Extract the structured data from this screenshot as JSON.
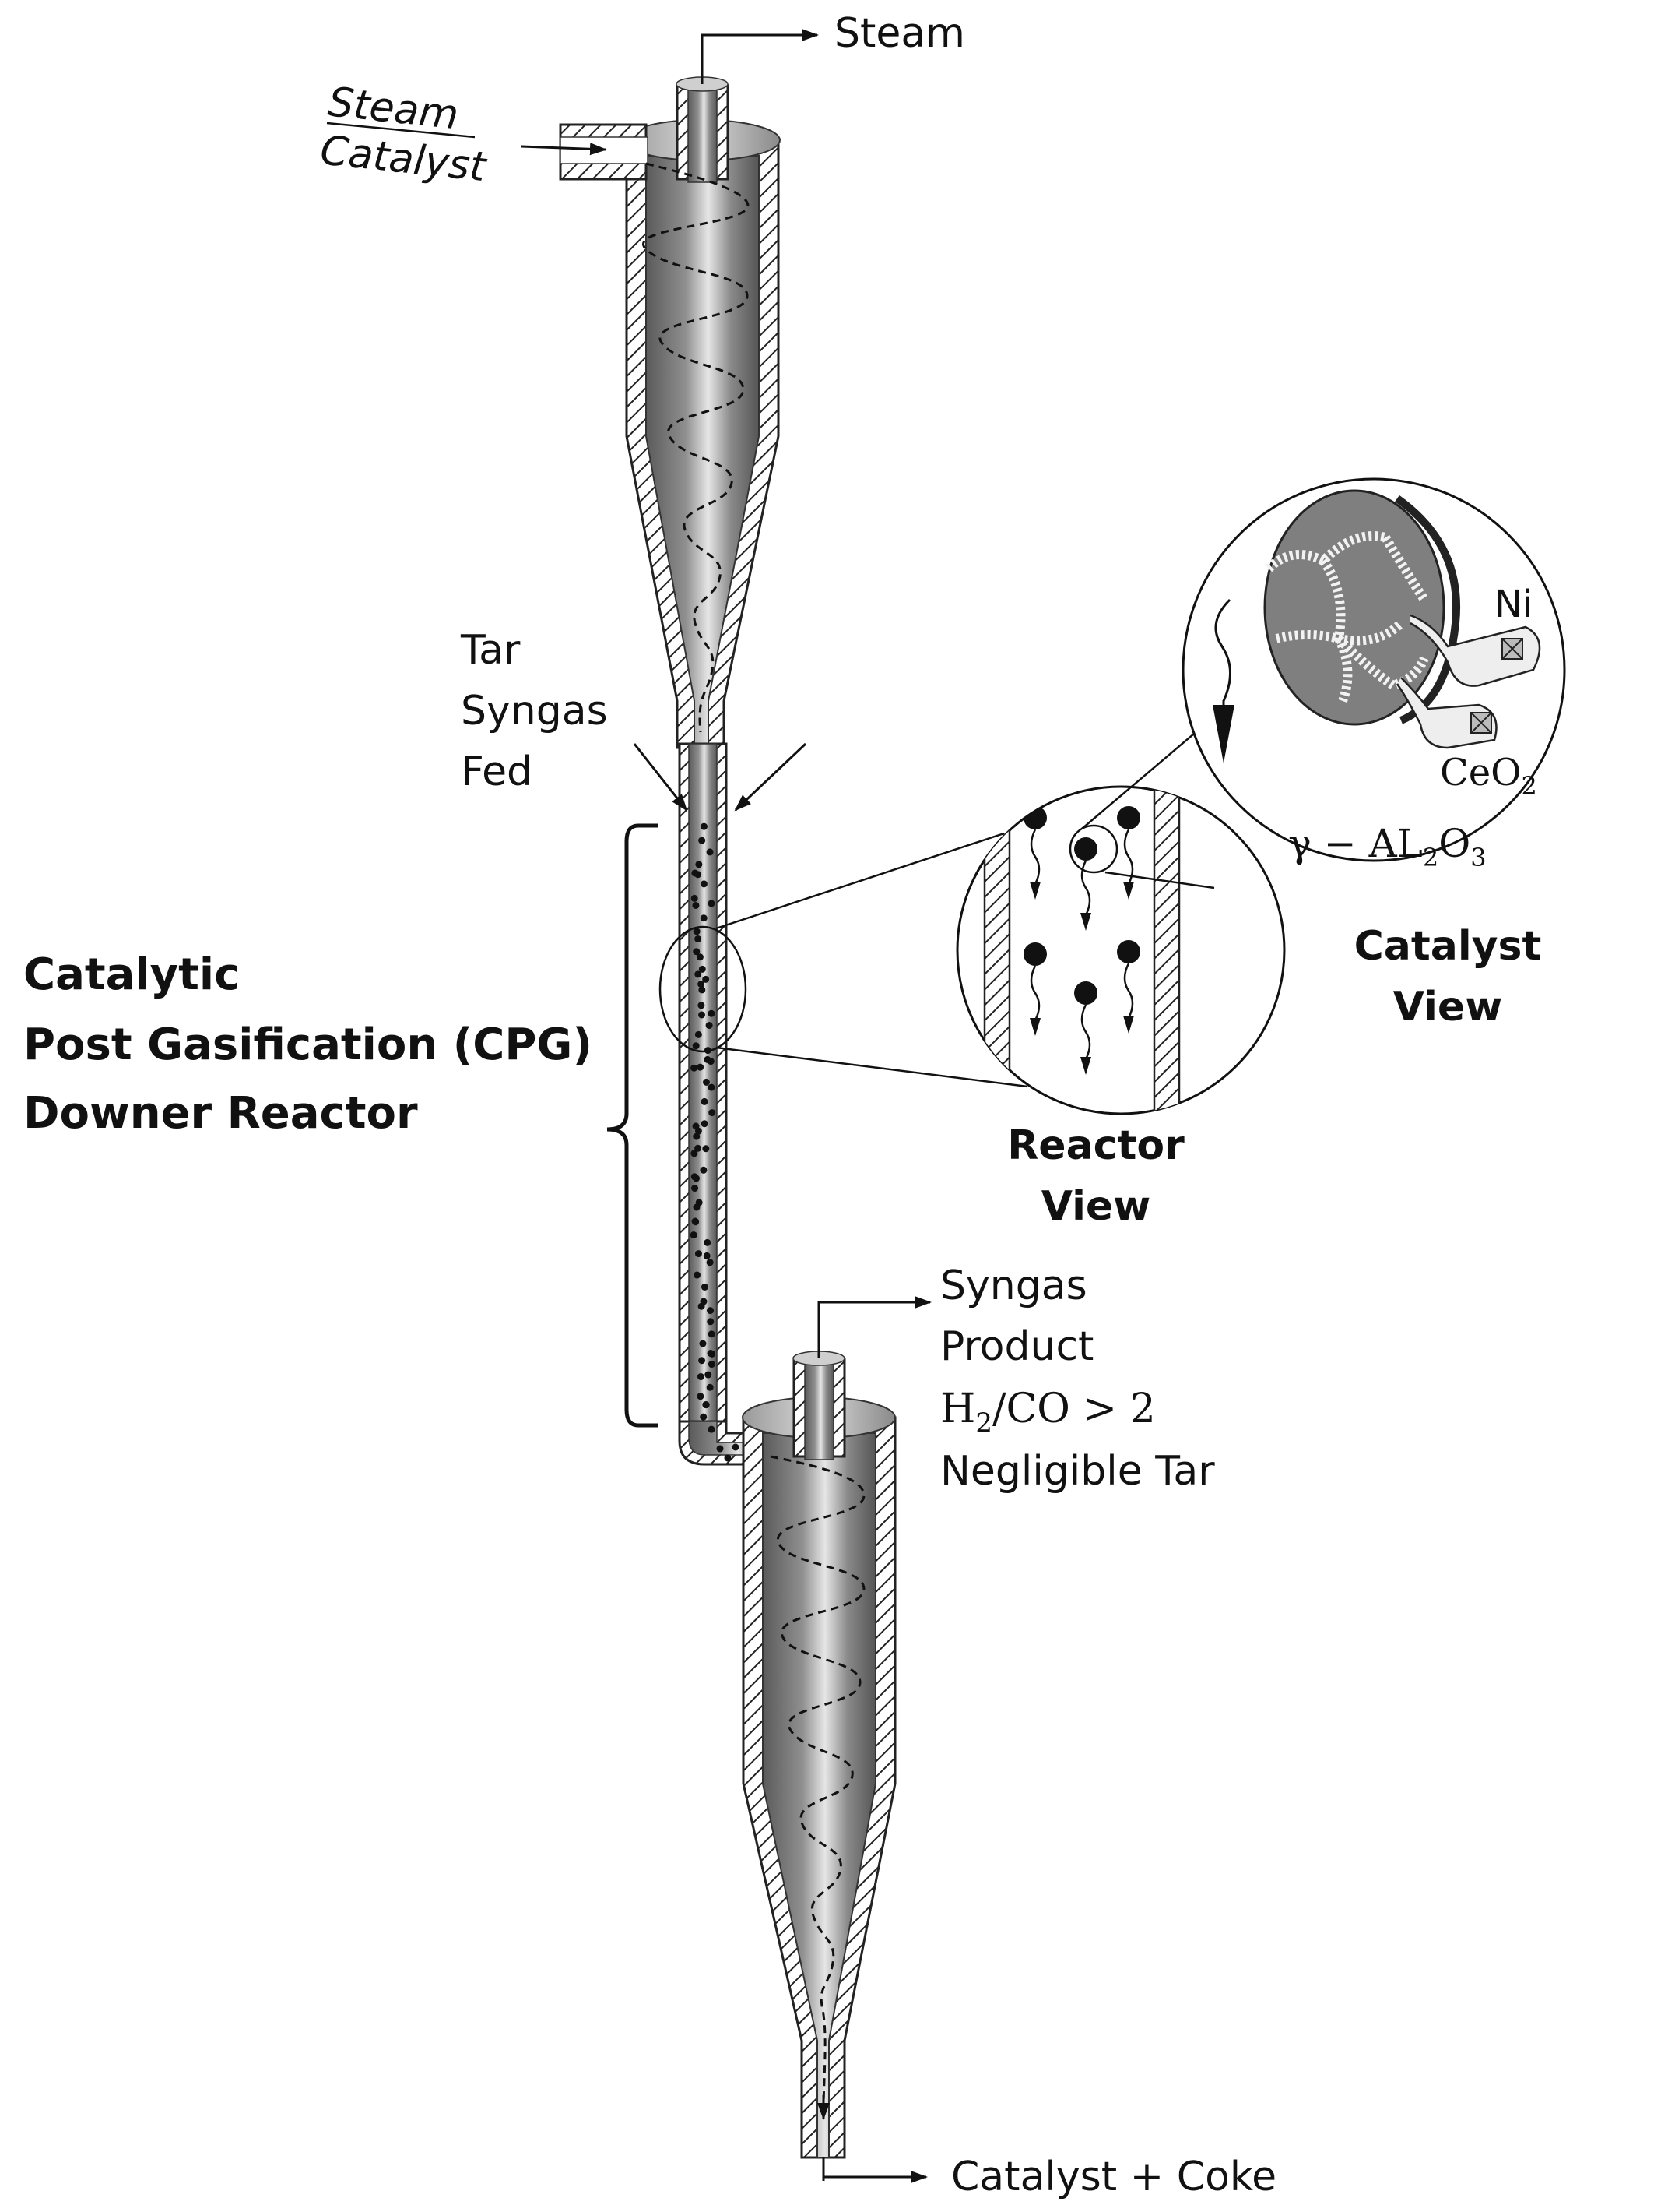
{
  "colors": {
    "metal_dark": "#5a5a5a",
    "metal_mid": "#9a9a9a",
    "metal_light": "#e6e6e6",
    "catalyst_grey": "#7f7f7f",
    "ink": "#111111"
  },
  "icons": {
    "inlet_arrow": "arrow-right-icon",
    "outlet_arrow": "arrow-right-icon",
    "particle": "dot-icon"
  },
  "labels": {
    "steam_top": "Steam",
    "steam_inlet": "Steam",
    "catalyst_inlet": "Catalyst",
    "tar": "Tar",
    "syngas": "Syngas",
    "fed": "Fed",
    "reactor_line1": "Catalytic",
    "reactor_line2": "Post Gasification (CPG)",
    "reactor_line3": "Downer Reactor",
    "reactor_view_line1": "Reactor",
    "reactor_view_line2": "View",
    "catalyst_view_line1": "Catalyst",
    "catalyst_view_line2": "View",
    "ni": "Ni",
    "ceo2_main": "CeO",
    "ceo2_sub": "2",
    "alumina_main": "γ − AL",
    "alumina_sub1": "2",
    "alumina_mid": "O",
    "alumina_sub2": "3",
    "product_line1": "Syngas",
    "product_line2": "Product",
    "ratio_h": "H",
    "ratio_sub": "2",
    "ratio_rest": "/CO > 2",
    "product_line4": "Negligible Tar",
    "bottom_outlet": "Catalyst + Coke"
  }
}
